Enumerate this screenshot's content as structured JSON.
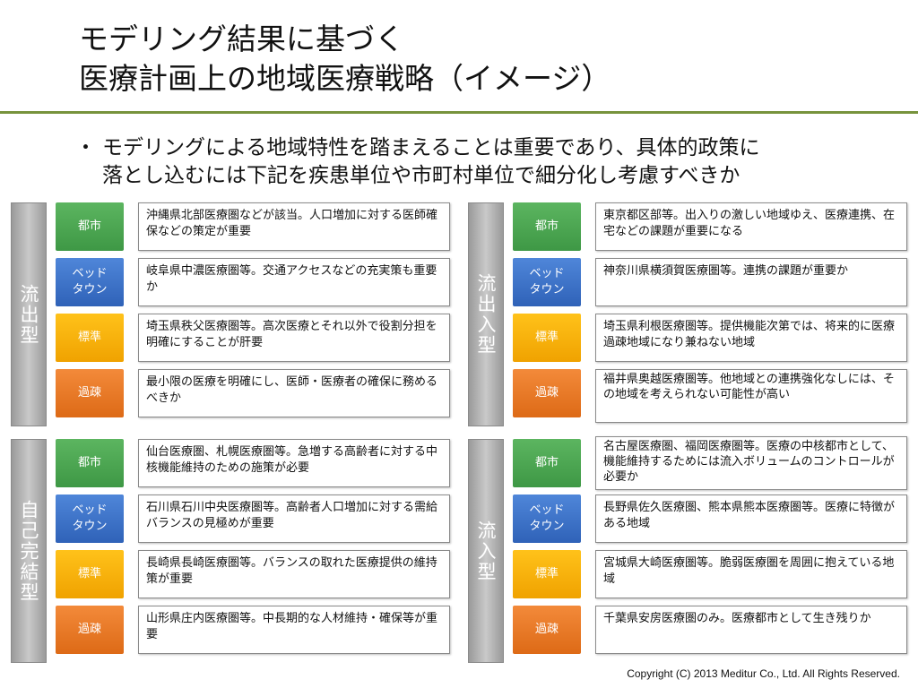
{
  "title": {
    "line1": "モデリング結果に基づく",
    "line2": "医療計画上の地域医療戦略（イメージ）"
  },
  "bullet": {
    "marker": "・",
    "line1": "モデリングによる地域特性を踏まえることは重要であり、具体的政策に",
    "line2": "落とし込むには下記を疾患単位や市町村単位で細分化し考慮すべきか"
  },
  "tags": {
    "toshi": "都市",
    "bed": "ベッド\nタウン",
    "std": "標準",
    "kaso": "過疎"
  },
  "colors": {
    "toshi": "#4caf50",
    "bed": "#3a6fc8",
    "std": "#f8b400",
    "kaso": "#e87722",
    "rule": "#77933c",
    "label": "#a6a6a6"
  },
  "groups": {
    "outflow": {
      "label": "流出型",
      "rows": [
        "沖縄県北部医療圏などが該当。人口増加に対する医師確保などの策定が重要",
        "岐阜県中濃医療圏等。交通アクセスなどの充実策も重要か",
        "埼玉県秩父医療圏等。高次医療とそれ以外で役割分担を明確にすることが肝要",
        "最小限の医療を明確にし、医師・医療者の確保に務めるべきか"
      ]
    },
    "inout": {
      "label": "流出入型",
      "rows": [
        "東京都区部等。出入りの激しい地域ゆえ、医療連携、在宅などの課題が重要になる",
        "神奈川県横須賀医療圏等。連携の課題が重要か",
        "埼玉県利根医療圏等。提供機能次第では、将来的に医療過疎地域になり兼ねない地域",
        "福井県奥越医療圏等。他地域との連携強化なしには、その地域を考えられない可能性が高い"
      ]
    },
    "selfcontained": {
      "label": "自己完結型",
      "rows": [
        "仙台医療圏、札幌医療圏等。急増する高齢者に対する中核機能維持のための施策が必要",
        "石川県石川中央医療圏等。高齢者人口増加に対する需給バランスの見極めが重要",
        "長崎県長崎医療圏等。バランスの取れた医療提供の維持策が重要",
        "山形県庄内医療圏等。中長期的な人材維持・確保等が重要"
      ]
    },
    "inflow": {
      "label": "流入型",
      "rows": [
        "名古屋医療圏、福岡医療圏等。医療の中核都市として、機能維持するためには流入ボリュームのコントロールが必要か",
        "長野県佐久医療圏、熊本県熊本医療圏等。医療に特徴がある地域",
        "宮城県大崎医療圏等。脆弱医療圏を周囲に抱えている地域",
        "千葉県安房医療圏のみ。医療都市として生き残りか"
      ]
    }
  },
  "copyright": "Copyright (C) 2013 Meditur Co., Ltd. All Rights Reserved."
}
